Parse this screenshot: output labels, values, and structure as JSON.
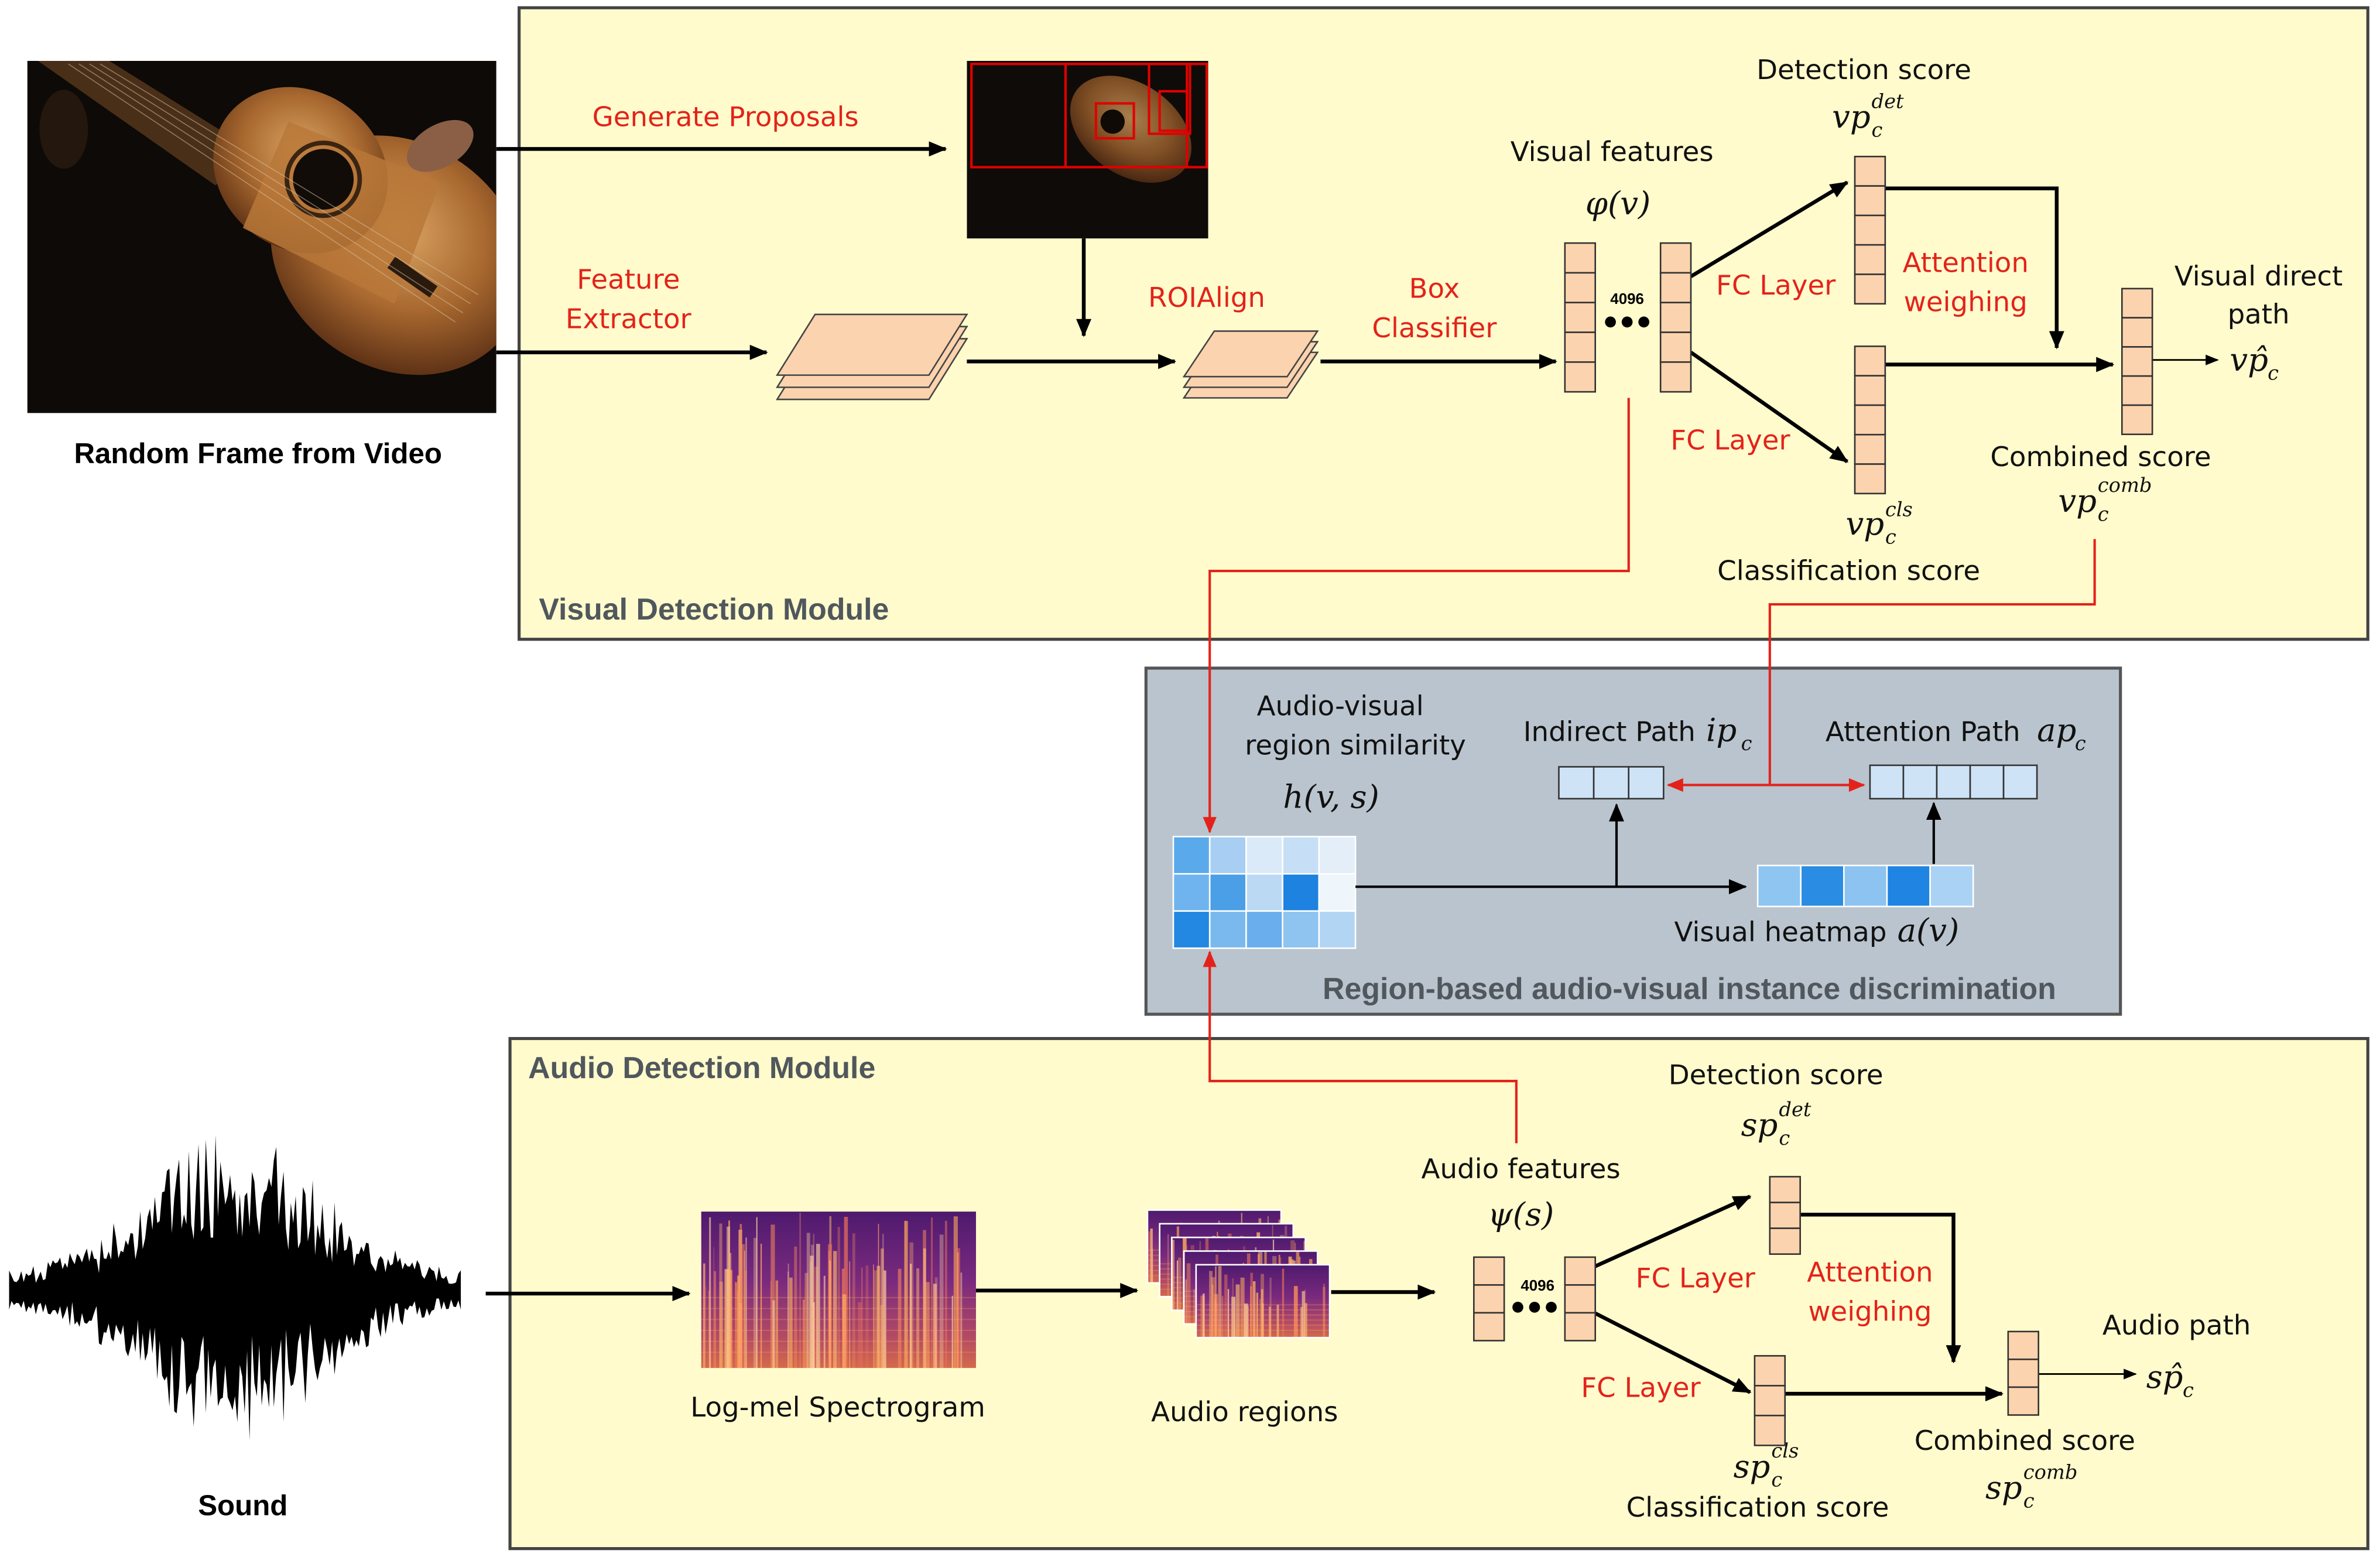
{
  "colors": {
    "panel_fill": "#fffbcc",
    "region_fill": "#b9c4ce",
    "annotation_red": "#e3231b",
    "module_title": "#50575d",
    "vector_cell": "#fbd3ae",
    "path_cell": "#cfe3f7"
  },
  "visual": {
    "title": "Visual Detection Module",
    "frame_caption": "Random Frame from Video",
    "generate_proposals": "Generate Proposals",
    "feature_extractor": [
      "Feature",
      "Extractor"
    ],
    "roialign": "ROIAlign",
    "box_classifier": [
      "Box",
      "Classifier"
    ],
    "features": {
      "label": "Visual features",
      "symbol": "φ(v)",
      "dim": "4096"
    },
    "fc_detection": "FC Layer",
    "fc_classification": "FC Layer",
    "detection": {
      "label": "Detection score",
      "symbol": {
        "base": "vp",
        "sub": "c",
        "sup": "det"
      }
    },
    "attention_weighing": [
      "Attention",
      "weighing"
    ],
    "classification": {
      "label": "Classification score",
      "symbol": {
        "base": "vp",
        "sub": "c",
        "sup": "cls"
      }
    },
    "combined": {
      "label": "Combined score",
      "symbol": {
        "base": "vp",
        "sub": "c",
        "sup": "comb"
      }
    },
    "direct_path": {
      "label": [
        "Visual direct",
        "path"
      ],
      "symbol": {
        "base": "vp̂",
        "sub": "c"
      }
    }
  },
  "region": {
    "title": "Region-based audio-visual instance discrimination",
    "similarity": {
      "label": [
        "Audio-visual",
        "region similarity"
      ],
      "symbol": "h(v, s)"
    },
    "indirect_path": {
      "label": "Indirect Path",
      "symbol": {
        "base": "ip",
        "sub": "c"
      }
    },
    "attention_path": {
      "label": "Attention Path",
      "symbol": {
        "base": "ap",
        "sub": "c"
      }
    },
    "heatmap": {
      "label": "Visual heatmap",
      "symbol": "a(v)"
    },
    "similarity_grid_colors": [
      [
        "#5aa9ea",
        "#a8cff3",
        "#dbeaf8",
        "#c6dff6",
        "#e3eef9"
      ],
      [
        "#6fb4ee",
        "#4a9fe6",
        "#bcd9f4",
        "#1e82e0",
        "#eef5fb"
      ],
      [
        "#2288e2",
        "#7ab9ee",
        "#6aaeed",
        "#8fc3f0",
        "#b3d5f4"
      ]
    ],
    "heatmap_colors": [
      "#8fc5f1",
      "#2a8ce3",
      "#8cc3f0",
      "#1f84e2",
      "#a9d2f4"
    ]
  },
  "audio": {
    "title": "Audio Detection Module",
    "sound_caption": "Sound",
    "spectrogram_caption": "Log-mel Spectrogram",
    "regions_caption": "Audio regions",
    "features": {
      "label": "Audio features",
      "symbol": "ψ(s)",
      "dim": "4096"
    },
    "fc_detection": "FC Layer",
    "fc_classification": "FC Layer",
    "detection": {
      "label": "Detection score",
      "symbol": {
        "base": "sp",
        "sub": "c",
        "sup": "det"
      }
    },
    "attention_weighing": [
      "Attention",
      "weighing"
    ],
    "classification": {
      "label": "Classification score",
      "symbol": {
        "base": "sp",
        "sub": "c",
        "sup": "cls"
      }
    },
    "combined": {
      "label": "Combined score",
      "symbol": {
        "base": "sp",
        "sub": "c",
        "sup": "comb"
      }
    },
    "audio_path": {
      "label": "Audio path",
      "symbol": {
        "base": "sp̂",
        "sub": "c"
      }
    }
  }
}
